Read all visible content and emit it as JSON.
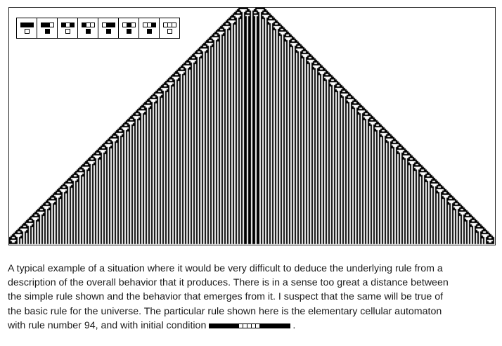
{
  "figure": {
    "rule_number": 94,
    "rule_icons": [
      {
        "left": 1,
        "center": 1,
        "right": 1,
        "result": 0
      },
      {
        "left": 1,
        "center": 1,
        "right": 0,
        "result": 1
      },
      {
        "left": 1,
        "center": 0,
        "right": 1,
        "result": 0
      },
      {
        "left": 1,
        "center": 0,
        "right": 0,
        "result": 1
      },
      {
        "left": 0,
        "center": 1,
        "right": 1,
        "result": 1
      },
      {
        "left": 0,
        "center": 1,
        "right": 0,
        "result": 1
      },
      {
        "left": 0,
        "center": 0,
        "right": 1,
        "result": 1
      },
      {
        "left": 0,
        "center": 0,
        "right": 0,
        "result": 0
      }
    ],
    "initial_condition": [
      1,
      1,
      1,
      1,
      1,
      1,
      1,
      0,
      0,
      0,
      0,
      0,
      1,
      1,
      1,
      1,
      1,
      1,
      1
    ]
  },
  "caption": {
    "lines": [
      "A typical example of a situation where it would be very difficult to deduce the underlying rule from a",
      "description of the overall behavior that it produces. There is in a sense too great a distance between",
      "the simple rule shown and the behavior that emerges from it. I suspect that the same will be true of",
      "the basic rule for the universe. The particular rule shown here is the elementary cellular automaton",
      "with rule number 94, and with initial condition"
    ],
    "end_punct": "."
  }
}
